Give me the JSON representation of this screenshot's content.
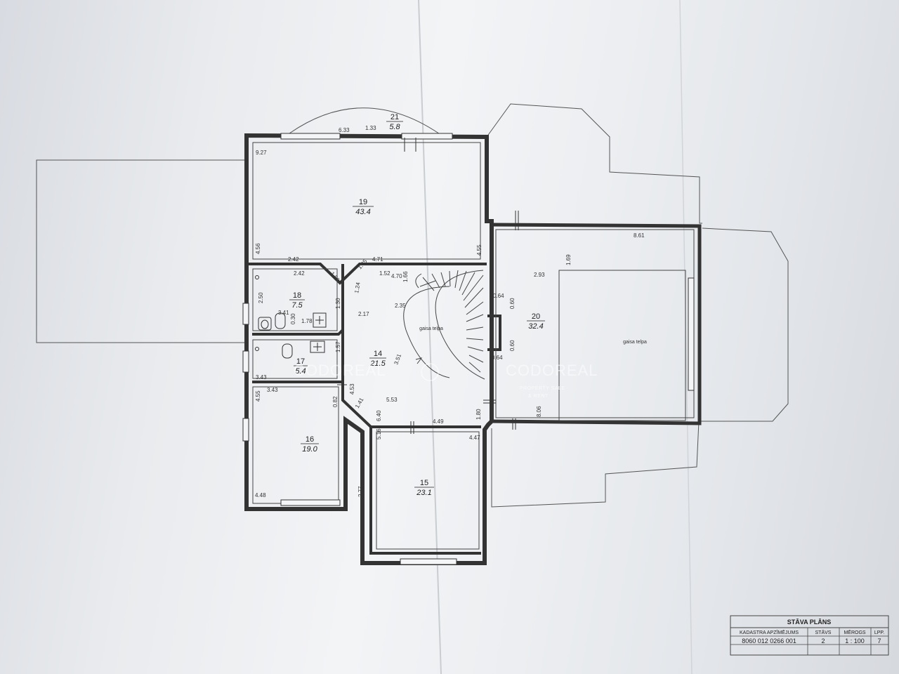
{
  "rooms": [
    {
      "id": "21",
      "number": "21",
      "area": "5.8"
    },
    {
      "id": "19",
      "number": "19",
      "area": "43.4"
    },
    {
      "id": "18",
      "number": "18",
      "area": "7.5"
    },
    {
      "id": "17",
      "number": "17",
      "area": "5.4"
    },
    {
      "id": "14",
      "number": "14",
      "area": "21.5"
    },
    {
      "id": "20",
      "number": "20",
      "area": "32.4"
    },
    {
      "id": "16",
      "number": "16",
      "area": "19.0"
    },
    {
      "id": "15",
      "number": "15",
      "area": "23.1"
    }
  ],
  "labels": {
    "void_stair": "gaisa telpa",
    "void_room20": "gaisa telpa"
  },
  "dimensions": [
    "6.33",
    "1.33",
    "9.27",
    "4.56",
    "2.42",
    "1.59",
    "1.45",
    "4.71",
    "4.55",
    "2.42",
    "1.52",
    "4.70",
    "1.66",
    "1.24",
    "2.50",
    "3.41",
    "0.30",
    "1.78",
    "1.30",
    "2.17",
    "2.35",
    "1.57",
    "3.43",
    "3.51",
    "4.53",
    "0.82",
    "1.41",
    "5.53",
    "4.55",
    "3.43",
    "6.40",
    "4.49",
    "1.80",
    "5.16",
    "4.47",
    "4.48",
    "2.77",
    "8.61",
    "2.93",
    "1.69",
    "0.64",
    "0.60",
    "0.60",
    "0.64",
    "8.06"
  ],
  "watermark": {
    "brand": "CODOREAL",
    "tagline_1": "PROPERTY SALE",
    "tagline_2": "& RENT"
  },
  "title_block": {
    "title": "STĀVA PLĀNS",
    "headers": [
      "KADASTRA APZĪMĒJUMS",
      "STĀVS",
      "MĒROGS",
      "LPP."
    ],
    "values": [
      "8060 012 0266 001",
      "2",
      "1 : 100",
      "7"
    ]
  }
}
